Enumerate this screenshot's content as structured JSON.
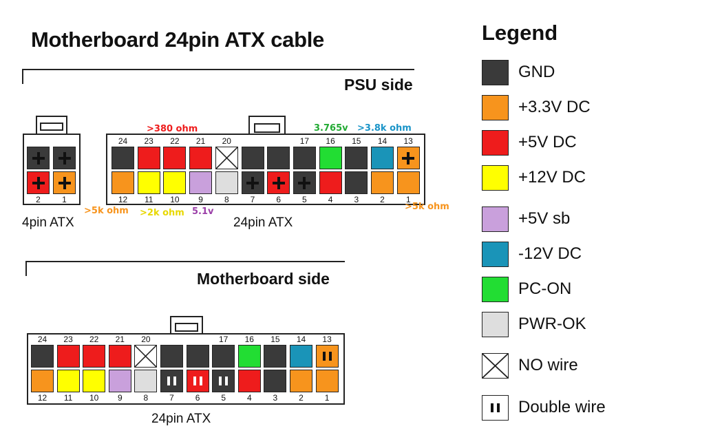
{
  "title": "Motherboard 24pin ATX cable",
  "colors": {
    "GND": "#3a3a3a",
    "+3.3V DC": "#f7941d",
    "+5V DC": "#ee1c1c",
    "+12V DC": "#ffff00",
    "+5V sb": "#c9a0dc",
    "-12V DC": "#1a94b8",
    "PC-ON": "#22dd33",
    "PWR-OK": "#dedede",
    "NO wire": "#ffffff",
    "Double wire": "#ffffff"
  },
  "psu_side": {
    "label": "PSU side",
    "atx4": {
      "label": "4pin ATX",
      "top": [
        {
          "fn": "GND",
          "mark": "plus"
        },
        {
          "fn": "GND",
          "mark": "plus"
        }
      ],
      "bottom": [
        {
          "fn": "+5V DC",
          "mark": "plus"
        },
        {
          "fn": "+3.3V DC",
          "mark": "plus"
        }
      ],
      "bottom_numbers": [
        "2",
        "1"
      ]
    },
    "atx24": {
      "label": "24pin ATX",
      "top_numbers": [
        "24",
        "23",
        "22",
        "21",
        "20",
        "",
        "",
        "17",
        "16",
        "15",
        "14",
        "13"
      ],
      "top": [
        {
          "fn": "GND"
        },
        {
          "fn": "+5V DC"
        },
        {
          "fn": "+5V DC"
        },
        {
          "fn": "+5V DC"
        },
        {
          "fn": "NO wire",
          "mark": "x"
        },
        {
          "fn": "GND"
        },
        {
          "fn": "GND"
        },
        {
          "fn": "GND"
        },
        {
          "fn": "PC-ON"
        },
        {
          "fn": "GND"
        },
        {
          "fn": "-12V DC"
        },
        {
          "fn": "+3.3V DC",
          "mark": "plus"
        }
      ],
      "bottom": [
        {
          "fn": "+3.3V DC"
        },
        {
          "fn": "+12V DC"
        },
        {
          "fn": "+12V DC"
        },
        {
          "fn": "+5V sb"
        },
        {
          "fn": "PWR-OK"
        },
        {
          "fn": "GND",
          "mark": "plus"
        },
        {
          "fn": "+5V DC",
          "mark": "plus"
        },
        {
          "fn": "GND",
          "mark": "plus"
        },
        {
          "fn": "+5V DC"
        },
        {
          "fn": "GND"
        },
        {
          "fn": "+3.3V DC"
        },
        {
          "fn": "+3.3V DC"
        }
      ],
      "bottom_numbers": [
        "12",
        "11",
        "10",
        "9",
        "8",
        "7",
        "6",
        "5",
        "4",
        "3",
        "2",
        "1"
      ]
    },
    "annotations": {
      "r380": ">380 ohm",
      "v3765": "3.765v",
      "r38k": ">3.8k ohm",
      "r5k_left": ">5k ohm",
      "r2k": ">2k ohm",
      "v51": "5.1v",
      "r5k_right": ">5k ohm"
    }
  },
  "mb_side": {
    "label": "Motherboard side",
    "atx24": {
      "label": "24pin ATX",
      "top_numbers": [
        "24",
        "23",
        "22",
        "21",
        "20",
        "",
        "",
        "17",
        "16",
        "15",
        "14",
        "13"
      ],
      "top": [
        {
          "fn": "GND"
        },
        {
          "fn": "+5V DC"
        },
        {
          "fn": "+5V DC"
        },
        {
          "fn": "+5V DC"
        },
        {
          "fn": "NO wire",
          "mark": "x"
        },
        {
          "fn": "GND"
        },
        {
          "fn": "GND"
        },
        {
          "fn": "GND"
        },
        {
          "fn": "PC-ON"
        },
        {
          "fn": "GND"
        },
        {
          "fn": "-12V DC"
        },
        {
          "fn": "+3.3V DC",
          "mark": "double"
        }
      ],
      "bottom": [
        {
          "fn": "+3.3V DC"
        },
        {
          "fn": "+12V DC"
        },
        {
          "fn": "+12V DC"
        },
        {
          "fn": "+5V sb"
        },
        {
          "fn": "PWR-OK"
        },
        {
          "fn": "GND",
          "mark": "double"
        },
        {
          "fn": "+5V DC",
          "mark": "double"
        },
        {
          "fn": "GND",
          "mark": "double"
        },
        {
          "fn": "+5V DC"
        },
        {
          "fn": "GND"
        },
        {
          "fn": "+3.3V DC"
        },
        {
          "fn": "+3.3V DC"
        }
      ],
      "bottom_numbers": [
        "12",
        "11",
        "10",
        "9",
        "8",
        "7",
        "6",
        "5",
        "4",
        "3",
        "2",
        "1"
      ]
    }
  },
  "legend": {
    "title": "Legend",
    "items": [
      {
        "label": "GND"
      },
      {
        "label": "+3.3V DC"
      },
      {
        "label": "+5V DC"
      },
      {
        "label": "+12V DC"
      },
      {
        "label": "+5V sb"
      },
      {
        "label": "-12V DC"
      },
      {
        "label": "PC-ON"
      },
      {
        "label": "PWR-OK"
      },
      {
        "label": "NO wire",
        "mark": "x"
      },
      {
        "label": "Double wire",
        "mark": "double"
      }
    ]
  }
}
